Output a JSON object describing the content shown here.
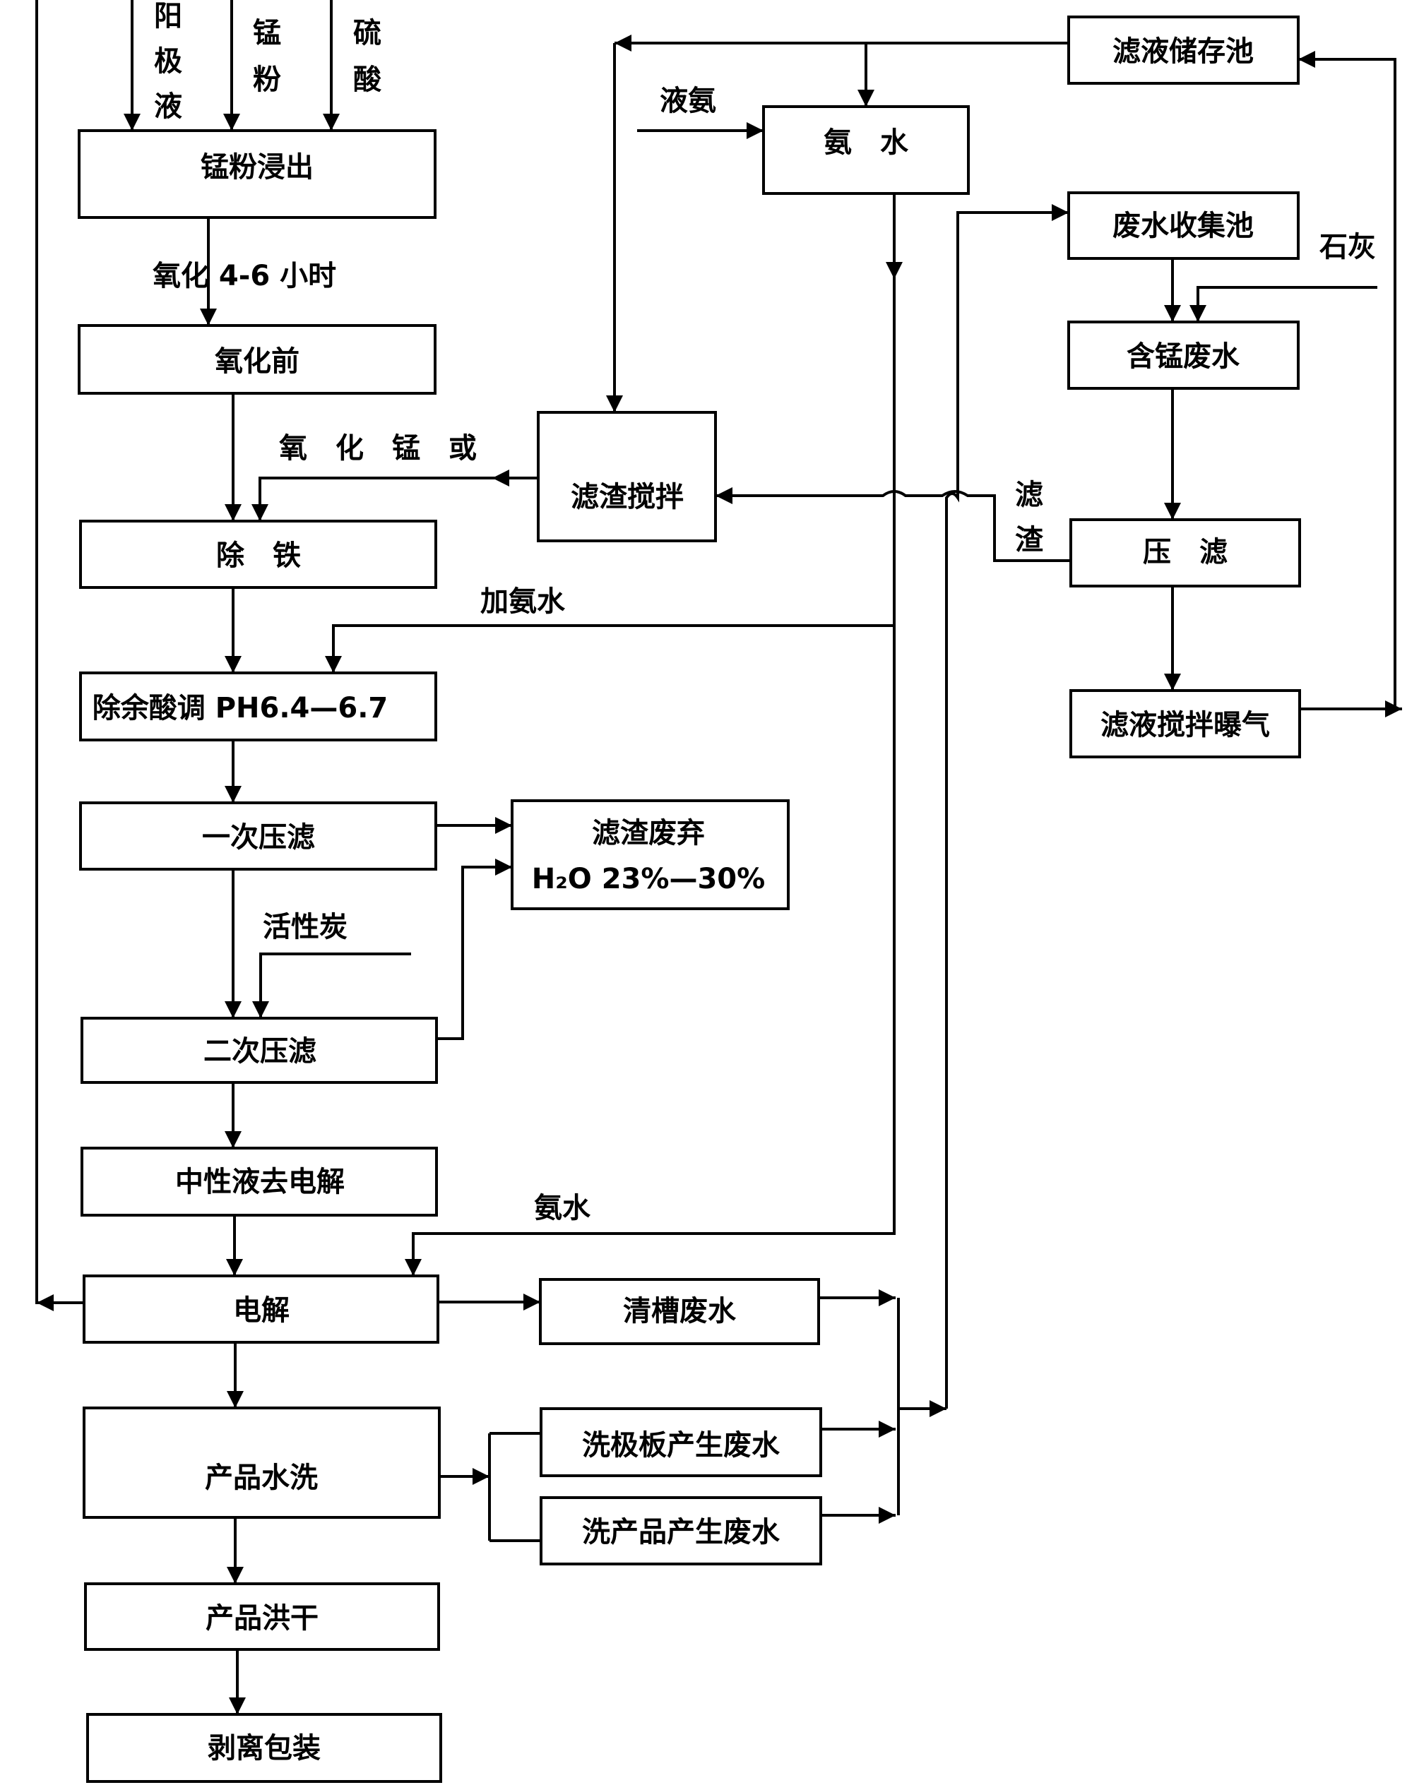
{
  "boxes": {
    "mn_leach": "锰粉浸出",
    "pre_oxidation": "氧化前",
    "iron_removal": "除　铁",
    "acid_adjust": "除余酸调 PH6.4—6.7",
    "first_press": "一次压滤",
    "residue_discard_line1": "滤渣废弃",
    "residue_discard_line2": "H₂O  23%—30%",
    "second_press": "二次压滤",
    "neutral_to_electrolysis": "中性液去电解",
    "electrolysis": "电解",
    "product_wash": "产品水洗",
    "product_dry": "产品洪干",
    "strip_pack": "剥离包装",
    "tank_clean_wastewater": "清槽废水",
    "plate_wash_wastewater": "洗极板产生废水",
    "product_wash_wastewater": "洗产品产生废水",
    "ammonia_water": "氨　水",
    "residue_stirring": "滤渣搅拌",
    "filtrate_storage": "滤液储存池",
    "wastewater_collection": "废水收集池",
    "mn_wastewater": "含锰废水",
    "press_filter": "压　滤",
    "filtrate_aeration": "滤液搅拌曝气"
  },
  "labels": {
    "anolyte": [
      "阳",
      "极",
      "液"
    ],
    "mn_powder": [
      "锰",
      "粉"
    ],
    "sulfuric_acid": [
      "硫",
      "酸"
    ],
    "oxidation_time": "氧化 4-6 小时",
    "mn_oxide_or": "氧　化　锰　或",
    "add_ammonia": "加氨水",
    "activated_carbon": "活性炭",
    "ammonia_water_2": "氨水",
    "liquid_ammonia": "液氨",
    "lime": "石灰",
    "filter_residue": [
      "滤",
      "渣"
    ]
  }
}
